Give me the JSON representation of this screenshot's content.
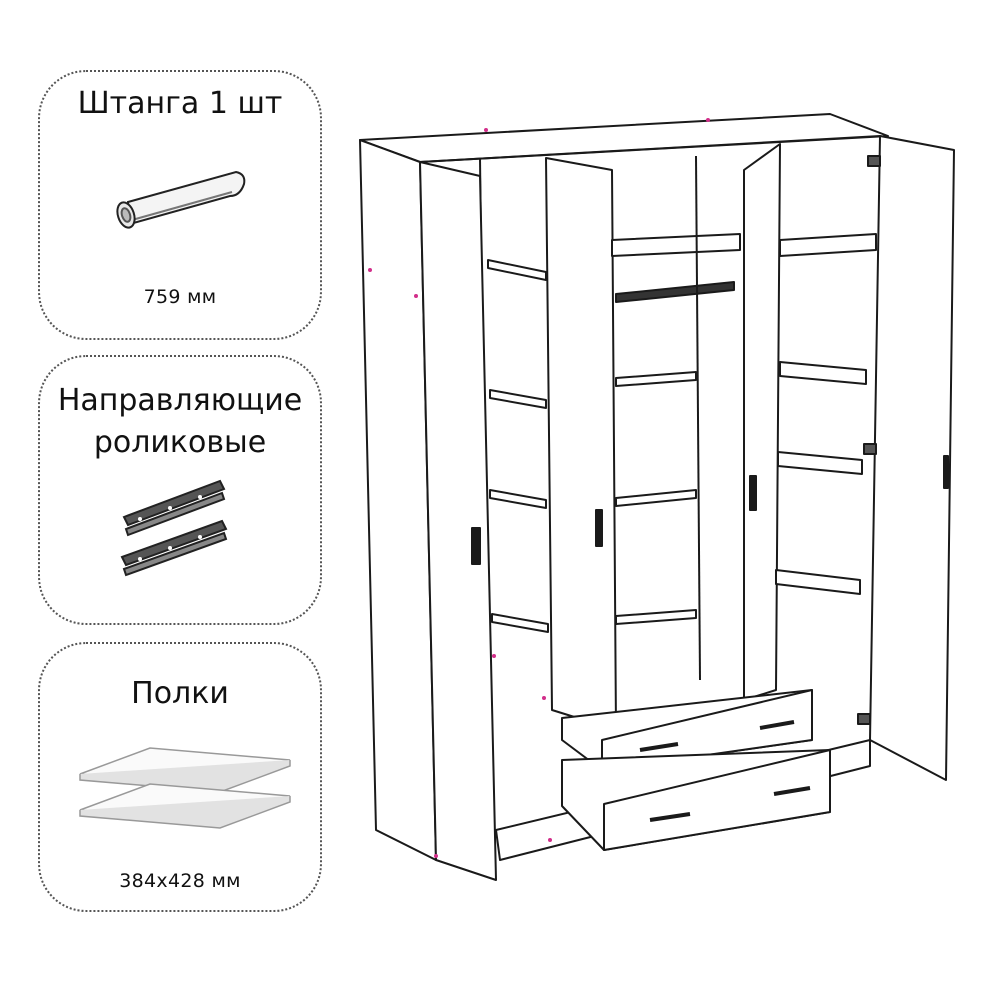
{
  "parts": {
    "rod": {
      "title": "Штанга 1 шт",
      "size": "759  мм",
      "icon": "hanging-rod-icon"
    },
    "rails": {
      "title_line1": "Направляющие",
      "title_line2": "роликовые",
      "icon": "drawer-rails-icon"
    },
    "shelves": {
      "title": "Полки",
      "size": "384х428 мм",
      "icon": "shelves-icon"
    }
  },
  "drawing": {
    "subject": "wardrobe-line-drawing",
    "stroke_color": "#1a1a1a",
    "accent_color": "#d22e8a"
  }
}
